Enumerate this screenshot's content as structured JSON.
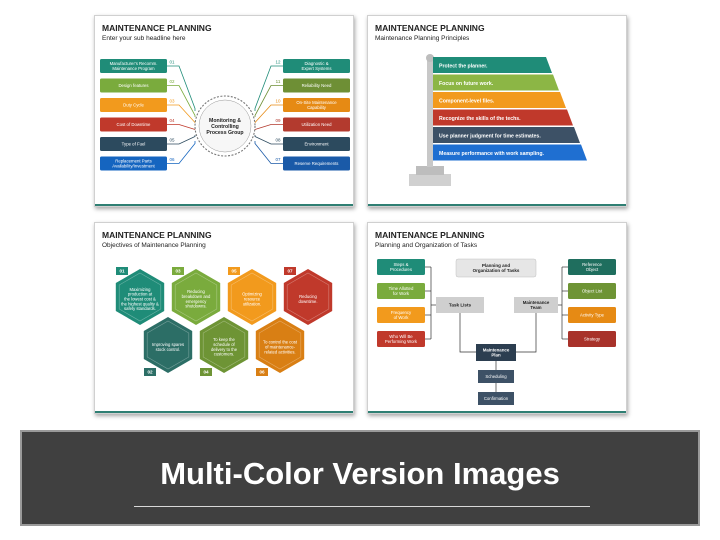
{
  "slides": [
    {
      "title": "MAINTENANCE PLANNING",
      "subtitle": "Enter your sub headline here",
      "center_label": [
        "Monitoring &",
        "Controlling",
        "Process Group"
      ],
      "left_items": [
        {
          "num": "01",
          "label": [
            "Manufacturer's Recomm.",
            "Maintenance Program"
          ],
          "color": "#1f8c78"
        },
        {
          "num": "02",
          "label": [
            "Design features"
          ],
          "color": "#7aab3d"
        },
        {
          "num": "03",
          "label": [
            "Duty Cycle"
          ],
          "color": "#f29a1d"
        },
        {
          "num": "04",
          "label": [
            "Cost of Downtime"
          ],
          "color": "#c0392b"
        },
        {
          "num": "05",
          "label": [
            "Type of Fuel"
          ],
          "color": "#2c4a5e"
        },
        {
          "num": "06",
          "label": [
            "Replacement Parts",
            "Availability/Investment"
          ],
          "color": "#1565c0"
        }
      ],
      "right_items": [
        {
          "num": "12",
          "label": [
            "Diagnostic &",
            "Expert Systems"
          ],
          "color": "#1f8c78"
        },
        {
          "num": "11",
          "label": [
            "Reliability Need"
          ],
          "color": "#6e8f35"
        },
        {
          "num": "10",
          "label": [
            "On-Site Maintenance",
            "Capability"
          ],
          "color": "#e68a14"
        },
        {
          "num": "09",
          "label": [
            "Utilization Need"
          ],
          "color": "#b33a2e"
        },
        {
          "num": "08",
          "label": [
            "Environment"
          ],
          "color": "#2c4a5e"
        },
        {
          "num": "07",
          "label": [
            "Reserve Requirements"
          ],
          "color": "#1a5aa8"
        }
      ]
    },
    {
      "title": "MAINTENANCE PLANNING",
      "subtitle": "Maintenance Planning Principles",
      "bands": [
        {
          "label": "Protect the planner.",
          "color": "#1f8c78"
        },
        {
          "label": "Focus on future work.",
          "color": "#8cb645"
        },
        {
          "label": "Component-level files.",
          "color": "#f29a1d"
        },
        {
          "label": "Recognize the skills of the techs.",
          "color": "#c0392b"
        },
        {
          "label": "Use planner judgment for time estimates.",
          "color": "#3d5166"
        },
        {
          "label": "Measure performance with work sampling.",
          "color": "#1f6fd1"
        }
      ]
    },
    {
      "title": "MAINTENANCE PLANNING",
      "subtitle": "Objectives of Maintenance Planning",
      "hexes": [
        {
          "num": "01",
          "label": [
            "Maximizing",
            "production at",
            "the lowest cost &",
            "the highest quality &",
            "safety standards."
          ],
          "color": "#1f8c78"
        },
        {
          "num": "02",
          "label": [
            "Improving spares",
            "stock control."
          ],
          "color": "#2c6e66"
        },
        {
          "num": "03",
          "label": [
            "Reducing",
            "breakdown and",
            "emergency",
            "shutdowns."
          ],
          "color": "#7aab3d"
        },
        {
          "num": "04",
          "label": [
            "To keep the",
            "schedule of",
            "delivery to the",
            "customers."
          ],
          "color": "#6e9435"
        },
        {
          "num": "05",
          "label": [
            "Optimizing",
            "resource",
            "utilization."
          ],
          "color": "#f29a1d"
        },
        {
          "num": "06",
          "label": [
            "To control the cost",
            "of maintenance-",
            "related activities."
          ],
          "color": "#d97f14"
        },
        {
          "num": "07",
          "label": [
            "Reducing",
            "downtime."
          ],
          "color": "#c0392b"
        }
      ]
    },
    {
      "title": "MAINTENANCE PLANNING",
      "subtitle": "Planning and Organization of Tasks",
      "top_center": [
        "Planning and",
        "Organization of Tasks"
      ],
      "task_lists": "Task Lists",
      "maint_team": [
        "Maintenance",
        "Team"
      ],
      "maint_plan": [
        "Maintenance",
        "Plan"
      ],
      "scheduling": "Scheduling",
      "confirmation": "Confirmation",
      "left_boxes": [
        {
          "label": [
            "Steps &",
            "Procedures"
          ],
          "color": "#1f8c78"
        },
        {
          "label": [
            "Time Allotted",
            "for Work"
          ],
          "color": "#7aab3d"
        },
        {
          "label": [
            "Frequency",
            "of Work"
          ],
          "color": "#f29a1d"
        },
        {
          "label": [
            "Who Will Be",
            "Performing Work"
          ],
          "color": "#c0392b"
        }
      ],
      "right_boxes": [
        {
          "label": [
            "Reference",
            "Object"
          ],
          "color": "#1f6e5e"
        },
        {
          "label": [
            "Object List"
          ],
          "color": "#6e9435"
        },
        {
          "label": [
            "Activity Type"
          ],
          "color": "#e68a14"
        },
        {
          "label": [
            "Strategy"
          ],
          "color": "#a8322a"
        }
      ]
    }
  ],
  "banner": {
    "title": "Multi-Color Version Images"
  }
}
